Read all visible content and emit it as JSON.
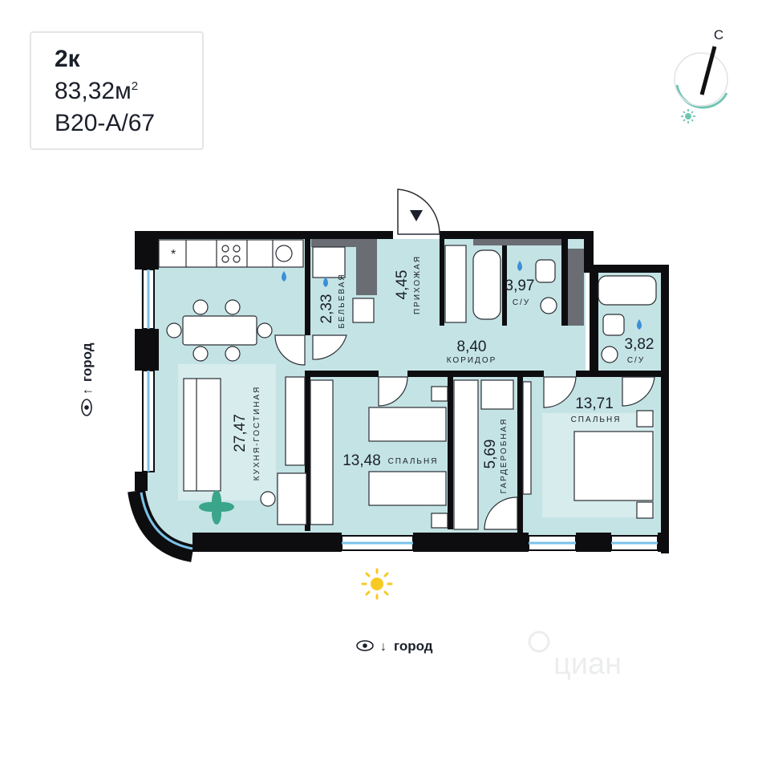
{
  "apartment": {
    "rooms": "2к",
    "area_value": "83,32м",
    "area_sup": "2",
    "code": "B20-A/67"
  },
  "compass": {
    "north_label": "С"
  },
  "rooms": {
    "kitchen": {
      "area": "27,47",
      "name": "КУХНЯ-ГОСТИНАЯ"
    },
    "laundry": {
      "area": "2,33",
      "name": "БЕЛЬЕВАЯ"
    },
    "hall": {
      "area": "4,45",
      "name": "ПРИХОЖАЯ"
    },
    "bath1": {
      "area": "3,97",
      "name": "С/У"
    },
    "bath2": {
      "area": "3,82",
      "name": "С/У"
    },
    "corridor": {
      "area": "8,40",
      "name": "КОРИДОР"
    },
    "bedroom1": {
      "area": "13,48",
      "name": "СПАЛЬНЯ"
    },
    "wardrobe": {
      "area": "5,69",
      "name": "ГАРДЕРОБНАЯ"
    },
    "bedroom2": {
      "area": "13,71",
      "name": "СПАЛЬНЯ"
    }
  },
  "views": {
    "west": "город",
    "south": "город"
  },
  "watermark": "циан",
  "colors": {
    "room_fill": "#c4e3e5",
    "zone_fill": "#d6eced",
    "wall": "#0d0d10",
    "window": "#7cc3ea",
    "sun": "#f7c925",
    "compass": "#6ec6b1"
  }
}
